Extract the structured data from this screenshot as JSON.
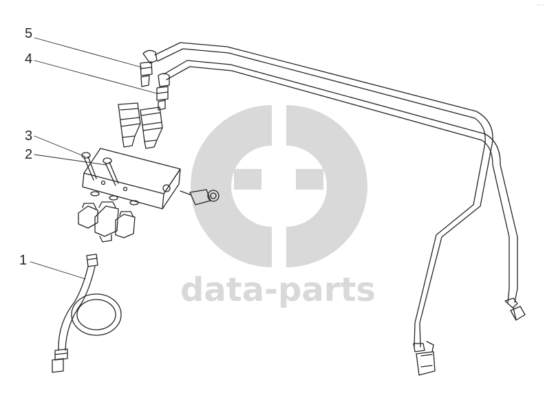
{
  "callouts": [
    {
      "num": "5"
    },
    {
      "num": "4"
    },
    {
      "num": "3"
    },
    {
      "num": "2"
    },
    {
      "num": "1"
    }
  ],
  "watermark": {
    "text": "data-parts",
    "color": "#d9d9d9"
  },
  "corner_mark": "~ ~",
  "colors": {
    "line": "#222222",
    "watermark": "#d9d9d9"
  }
}
